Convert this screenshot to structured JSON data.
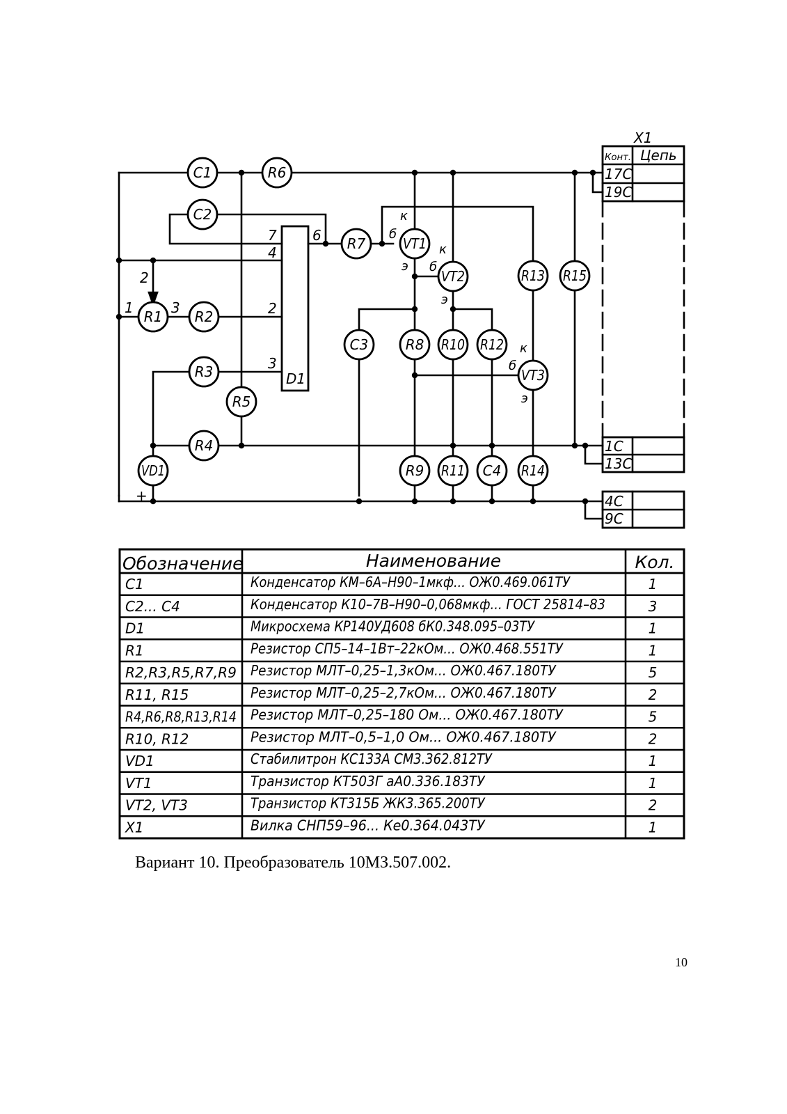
{
  "schematic": {
    "components": {
      "C1": "C1",
      "C2": "C2",
      "C3": "C3",
      "C4": "C4",
      "R1": "R1",
      "R2": "R2",
      "R3": "R3",
      "R4": "R4",
      "R5": "R5",
      "R6": "R6",
      "R7": "R7",
      "R8": "R8",
      "R9": "R9",
      "R10": "R10",
      "R11": "R11",
      "R12": "R12",
      "R13": "R13",
      "R14": "R14",
      "R15": "R15",
      "VT1": "VT1",
      "VT2": "VT2",
      "VT3": "VT3",
      "VD1": "VD1",
      "D1": "D1"
    },
    "pins": {
      "d1_7": "7",
      "d1_6": "6",
      "d1_4": "4",
      "d1_2": "2",
      "d1_3": "3",
      "r1_1": "1",
      "r1_2": "2",
      "r1_3": "3"
    },
    "terminals": {
      "vt1_k": "к",
      "vt1_b": "б",
      "vt1_e": "э",
      "vt2_k": "к",
      "vt2_b": "б",
      "vt2_e": "э",
      "vt3_k": "к",
      "vt3_b": "б",
      "vt3_e": "э"
    },
    "vd1_plus": "+",
    "connector": {
      "name": "X1",
      "header_contact": "Конт.",
      "header_circuit": "Цепь",
      "contacts": [
        "17С",
        "19С",
        "1С",
        "13С",
        "4С",
        "9С"
      ]
    }
  },
  "bom": {
    "headers": {
      "designation": "Обозначение",
      "name": "Наименование",
      "qty": "Кол."
    },
    "rows": [
      {
        "designation": "С1",
        "name": "Конденсатор  КМ–6А–Н90–1мкф...  ОЖ0.469.061ТУ",
        "qty": "1"
      },
      {
        "designation": "С2... С4",
        "name": "Конденсатор  К10–7В–Н90–0,068мкф...  ГОСТ 25814–83",
        "qty": "3"
      },
      {
        "designation": "D1",
        "name": "Микросхема  КР140УД608  бК0.348.095–03ТУ",
        "qty": "1"
      },
      {
        "designation": "R1",
        "name": "Резистор  СП5–14–1Вт–22кОм...  ОЖ0.468.551ТУ",
        "qty": "1"
      },
      {
        "designation": "R2,R3,R5,R7,R9",
        "name": "Резистор  МЛТ–0,25–1,3кОм...  ОЖ0.467.180ТУ",
        "qty": "5"
      },
      {
        "designation": "R11,  R15",
        "name": "Резистор  МЛТ–0,25–2,7кОм...  ОЖ0.467.180ТУ",
        "qty": "2"
      },
      {
        "designation": "R4,R6,R8,R13,R14",
        "name": "Резистор  МЛТ–0,25–180  Ом...  ОЖ0.467.180ТУ",
        "qty": "5"
      },
      {
        "designation": "R10,  R12",
        "name": "Резистор  МЛТ–0,5–1,0  Ом...  ОЖ0.467.180ТУ",
        "qty": "2"
      },
      {
        "designation": "VD1",
        "name": "Стабилитрон  КС133А  СМ3.362.812ТУ",
        "qty": "1"
      },
      {
        "designation": "VT1",
        "name": "Транзистор  КТ503Г  аА0.336.183ТУ",
        "qty": "1"
      },
      {
        "designation": "VT2, VT3",
        "name": "Транзистор  КТ315Б  ЖК3.365.200ТУ",
        "qty": "2"
      },
      {
        "designation": "X1",
        "name": "Вилка  СНП59–96...  Ке0.364.043ТУ",
        "qty": "1"
      }
    ]
  },
  "caption": "Вариант 10. Преобразователь 10МЗ.507.002.",
  "page_number": "10"
}
